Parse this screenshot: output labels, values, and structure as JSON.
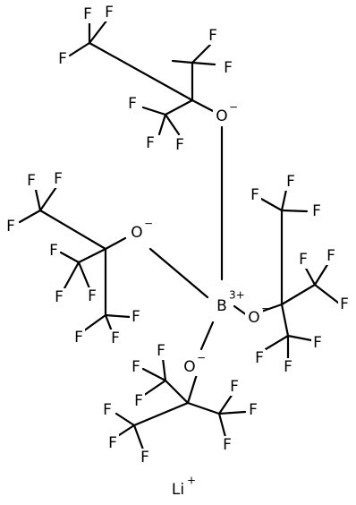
{
  "molecule": {
    "center": {
      "element": "B",
      "charge": "3+"
    },
    "counterion": {
      "element": "Li",
      "charge": "+"
    },
    "oxygen_label": "O",
    "oxygen_charge": "−",
    "fluorine_label": "F"
  }
}
